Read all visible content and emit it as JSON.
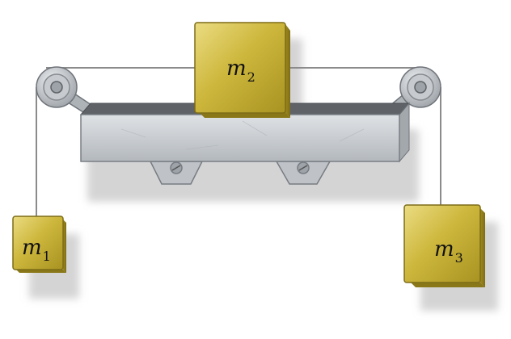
{
  "masses": [
    {
      "id": "m1",
      "symbol": "m",
      "subscript": "1"
    },
    {
      "id": "m2",
      "symbol": "m",
      "subscript": "2"
    },
    {
      "id": "m3",
      "symbol": "m",
      "subscript": "3"
    }
  ],
  "colors": {
    "block_fill": "#c9b43a",
    "block_highlight": "#e6d77a",
    "block_edge": "#7d6c17",
    "table_fill": "#c9cdd2",
    "table_top": "#5d6166",
    "table_edge": "#8a8f95",
    "pulley_fill": "#b8bcc1",
    "string": "#8e8e8e",
    "shadow": "#d9d9d9"
  }
}
